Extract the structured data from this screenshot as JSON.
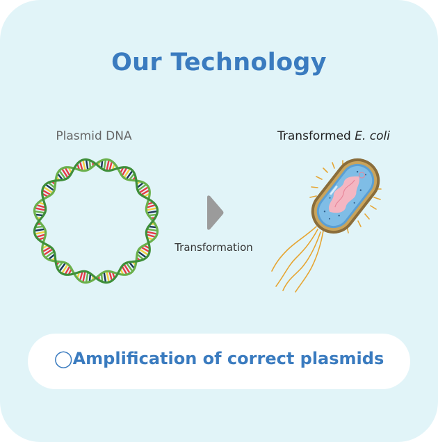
{
  "title": "Our Technology",
  "plasmid_label": "Plasmid DNA",
  "ecoli_label_prefix": "Transformed ",
  "ecoli_label_species": "E. coli",
  "arrow_label": "Transformation",
  "result_marker": "◯",
  "result_text": "Amplification of correct plasmids",
  "icons": [
    "plasmid-dna-ring-icon",
    "right-arrow-icon",
    "e-coli-bacterium-icon"
  ],
  "colors": {
    "card_background": "#e1f4f8",
    "title": "#3a7bbf",
    "dna_backbone": "#6ab04c",
    "base_pairs": [
      "#e63946",
      "#f4d03f",
      "#1d3557",
      "#6ab04c",
      "#e63946"
    ],
    "arrow": "#999999",
    "cell_wall": "#8a6d3b",
    "cytoplasm": "#5a9fd4",
    "nucleoid": "#f4b6c2",
    "flagella": "#e6a532"
  }
}
